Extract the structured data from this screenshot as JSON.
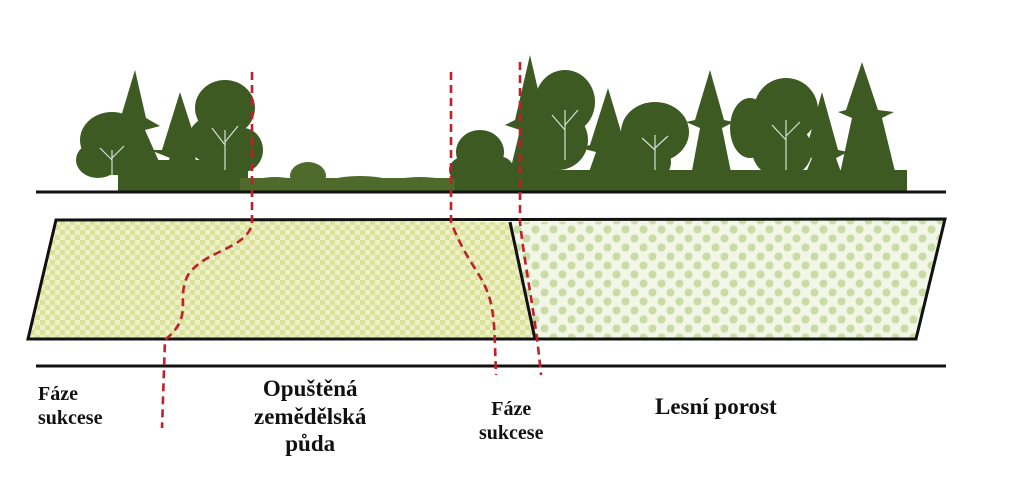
{
  "labels": {
    "succession_left": {
      "line1": "Fáze",
      "line2": "sukcese"
    },
    "abandoned_land": {
      "line1": "Opuštěná",
      "line2": "zemědělská",
      "line3": "půda"
    },
    "succession_right": {
      "line1": "Fáze",
      "line2": "sukcese"
    },
    "forest": {
      "line1": "Lesní porost"
    }
  },
  "colors": {
    "tree_green": "#3d5a22",
    "grass_green": "#4f6b2c",
    "boundary_red": "#c0202a",
    "field_fill": "#eef0c8",
    "field_pattern": "#d9e19a",
    "forest_fill": "#f1f6e6",
    "forest_pattern": "#c9dca3",
    "line_black": "#111111"
  }
}
